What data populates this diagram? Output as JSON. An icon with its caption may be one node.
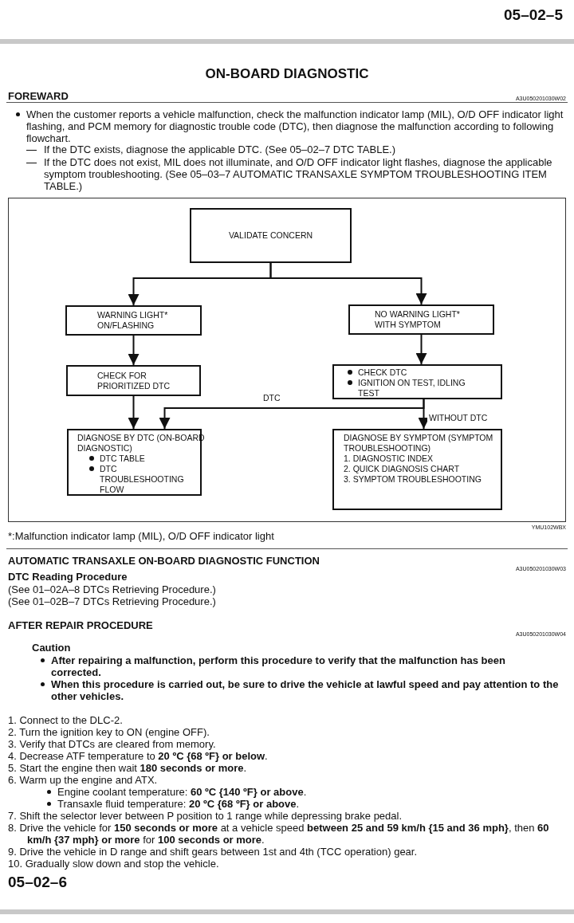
{
  "diagram": {
    "title": "ON-BOARD DIAGNOSTIC",
    "nodes": [
      {
        "text": [
          "VALIDATE CONCERN"
        ]
      },
      {
        "text": [
          "WARNING LIGHT* ON/FLASHING"
        ]
      },
      {
        "text": [
          "NO WARNING LIGHT* WITH SYMPTOM"
        ]
      },
      {
        "text": [
          "CHECK FOR PRIORITIZED DTC"
        ]
      },
      {
        "text": [
          "CHECK DTC",
          "IGNITION ON TEST, IDLING TEST"
        ]
      },
      {
        "text": [
          "DIAGNOSE BY DTC (ON-BOARD DIAGNOSTIC)",
          "DTC TABLE",
          "DTC TROUBLESHOOTING FLOW"
        ]
      },
      {
        "text": [
          "DIAGNOSE BY SYMPTOM (SYMPTOM TROUBLESHOOTING)",
          "1. DIAGNOSTIC INDEX",
          "2. QUICK DIAGNOSIS CHART",
          "3. SYMPTOM TROUBLESHOOTING"
        ]
      }
    ],
    "edges": [
      {
        "from": 0,
        "to": 1,
        "arrow": "to"
      },
      {
        "from": 0,
        "to": 2,
        "arrow": "to"
      },
      {
        "from": 1,
        "to": 3,
        "arrow": "to"
      },
      {
        "from": 2,
        "to": 4,
        "arrow": "to"
      },
      {
        "from": 3,
        "to": 5,
        "arrow": "to"
      },
      {
        "from": 4,
        "to": 5,
        "arrow": "to",
        "label": "DTC"
      },
      {
        "from": 4,
        "to": 6,
        "arrow": "to",
        "label": "WITHOUT DTC"
      }
    ],
    "labels": [
      "05–02–5",
      "FOREWARD",
      "A3U050201030W02",
      "When the customer reports a vehicle malfunction, check the malfunction indicator lamp (MIL), O/D OFF indicator light flashing, and PCM memory for diagnostic trouble code (DTC), then diagnose the malfunction according to following flowchart.",
      "If the DTC exists, diagnose the applicable DTC. (See 05–02–7 DTC TABLE.)",
      "If the DTC does not exist, MIL does not illuminate, and O/D OFF indicator light flashes, diagnose the applicable symptom troubleshooting. (See 05–03–7 AUTOMATIC TRANSAXLE SYMPTOM TROUBLESHOOTING ITEM TABLE.)",
      "YMU102WBX",
      "*:Malfunction indicator lamp (MIL), O/D OFF indicator light",
      "AUTOMATIC TRANSAXLE ON-BOARD DIAGNOSTIC FUNCTION",
      "A3U050201030W03",
      "DTC Reading Procedure",
      "(See 01–02A–8 DTCs Retrieving Procedure.)",
      "(See 01–02B–7 DTCs Retrieving Procedure.)",
      "AFTER REPAIR PROCEDURE",
      "A3U050201030W04",
      "Caution",
      "After repairing a malfunction, perform this procedure to verify that the malfunction has been corrected.",
      "When this procedure is carried out, be sure to drive the vehicle at lawful speed and pay attention to the other vehicles.",
      "1. Connect to the DLC-2.",
      "2. Turn the ignition key to ON (engine OFF).",
      "3. Verify that DTCs are cleared from memory.",
      "4. Decrease ATF temperature to **20 ºC {68 ºF} or below**.",
      "5. Start the engine then wait **180 seconds or more**.",
      "6. Warm up the engine and ATX.",
      "Engine coolant temperature: **60 ºC {140 ºF} or above**.",
      "Transaxle fluid temperature: **20 ºC {68 ºF} or above**.",
      "7. Shift the selector lever between P position to 1 range while depressing brake pedal.",
      "8. Drive the vehicle for **150 seconds or more** at a vehicle speed **between 25 and 59 km/h {15 and 36 mph}**, then **60 km/h {37 mph} or more** for **100 seconds or more**.",
      "9. Drive the vehicle in D range and shift gears between 1st and 4th (TCC operation) gear.",
      "10. Gradually slow down and stop the vehicle.",
      "05–02–6"
    ]
  }
}
